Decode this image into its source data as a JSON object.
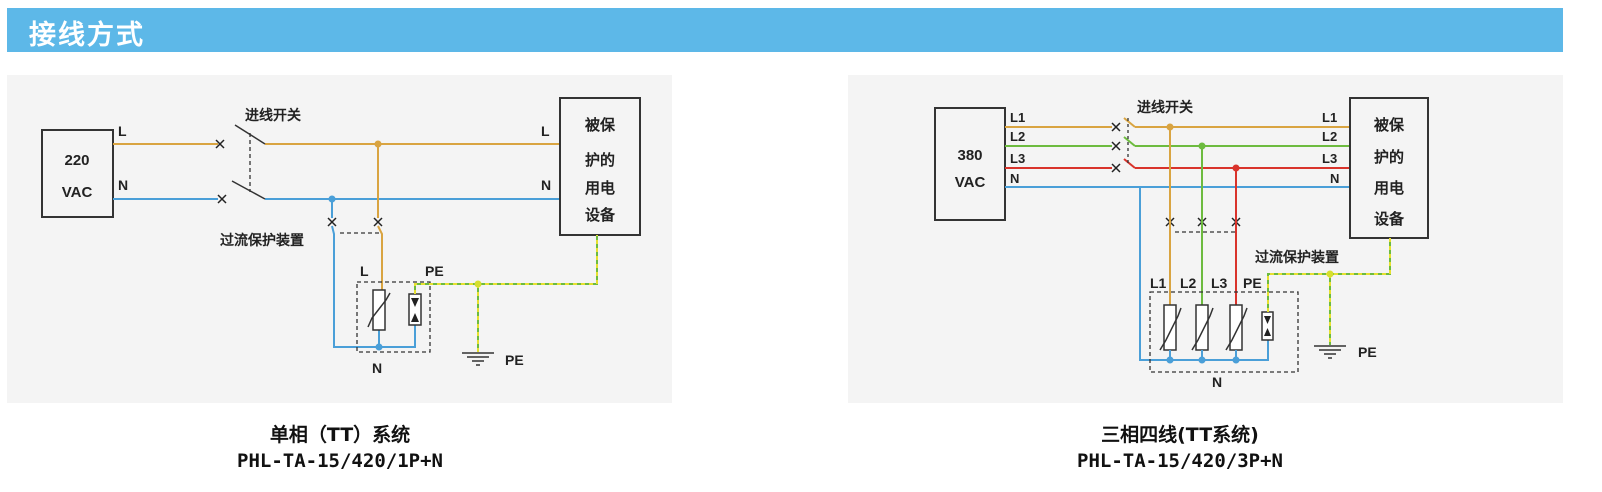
{
  "header": {
    "title": "接线方式",
    "color": "#5db8e8"
  },
  "colors": {
    "L1": "#d9a441",
    "L2": "#6dbb3f",
    "L3": "#d9332b",
    "N": "#4a9fd8",
    "PE": "#c8d830"
  },
  "single_phase": {
    "source": [
      "220",
      "VAC"
    ],
    "line_L": "L",
    "line_N": "N",
    "switch_label": "进线开关",
    "protection_label": "过流保护装置",
    "load": [
      "被保",
      "护的",
      "用电",
      "设备"
    ],
    "load_L": "L",
    "load_N": "N",
    "spd_L": "L",
    "spd_PE": "PE",
    "spd_N": "N",
    "ground": "PE",
    "caption": "单相（TT）系统",
    "model": "PHL-TA-15/420/1P+N"
  },
  "three_phase": {
    "source": [
      "380",
      "VAC"
    ],
    "lines": [
      "L1",
      "L2",
      "L3",
      "N"
    ],
    "switch_label": "进线开关",
    "protection_label": "过流保护装置",
    "load": [
      "被保",
      "护的",
      "用电",
      "设备"
    ],
    "load_lines": [
      "L1",
      "L2",
      "L3",
      "N"
    ],
    "spd_labels": [
      "L1",
      "L2",
      "L3",
      "PE"
    ],
    "spd_N": "N",
    "ground": "PE",
    "caption": "三相四线(TT系统)",
    "model": "PHL-TA-15/420/3P+N"
  }
}
